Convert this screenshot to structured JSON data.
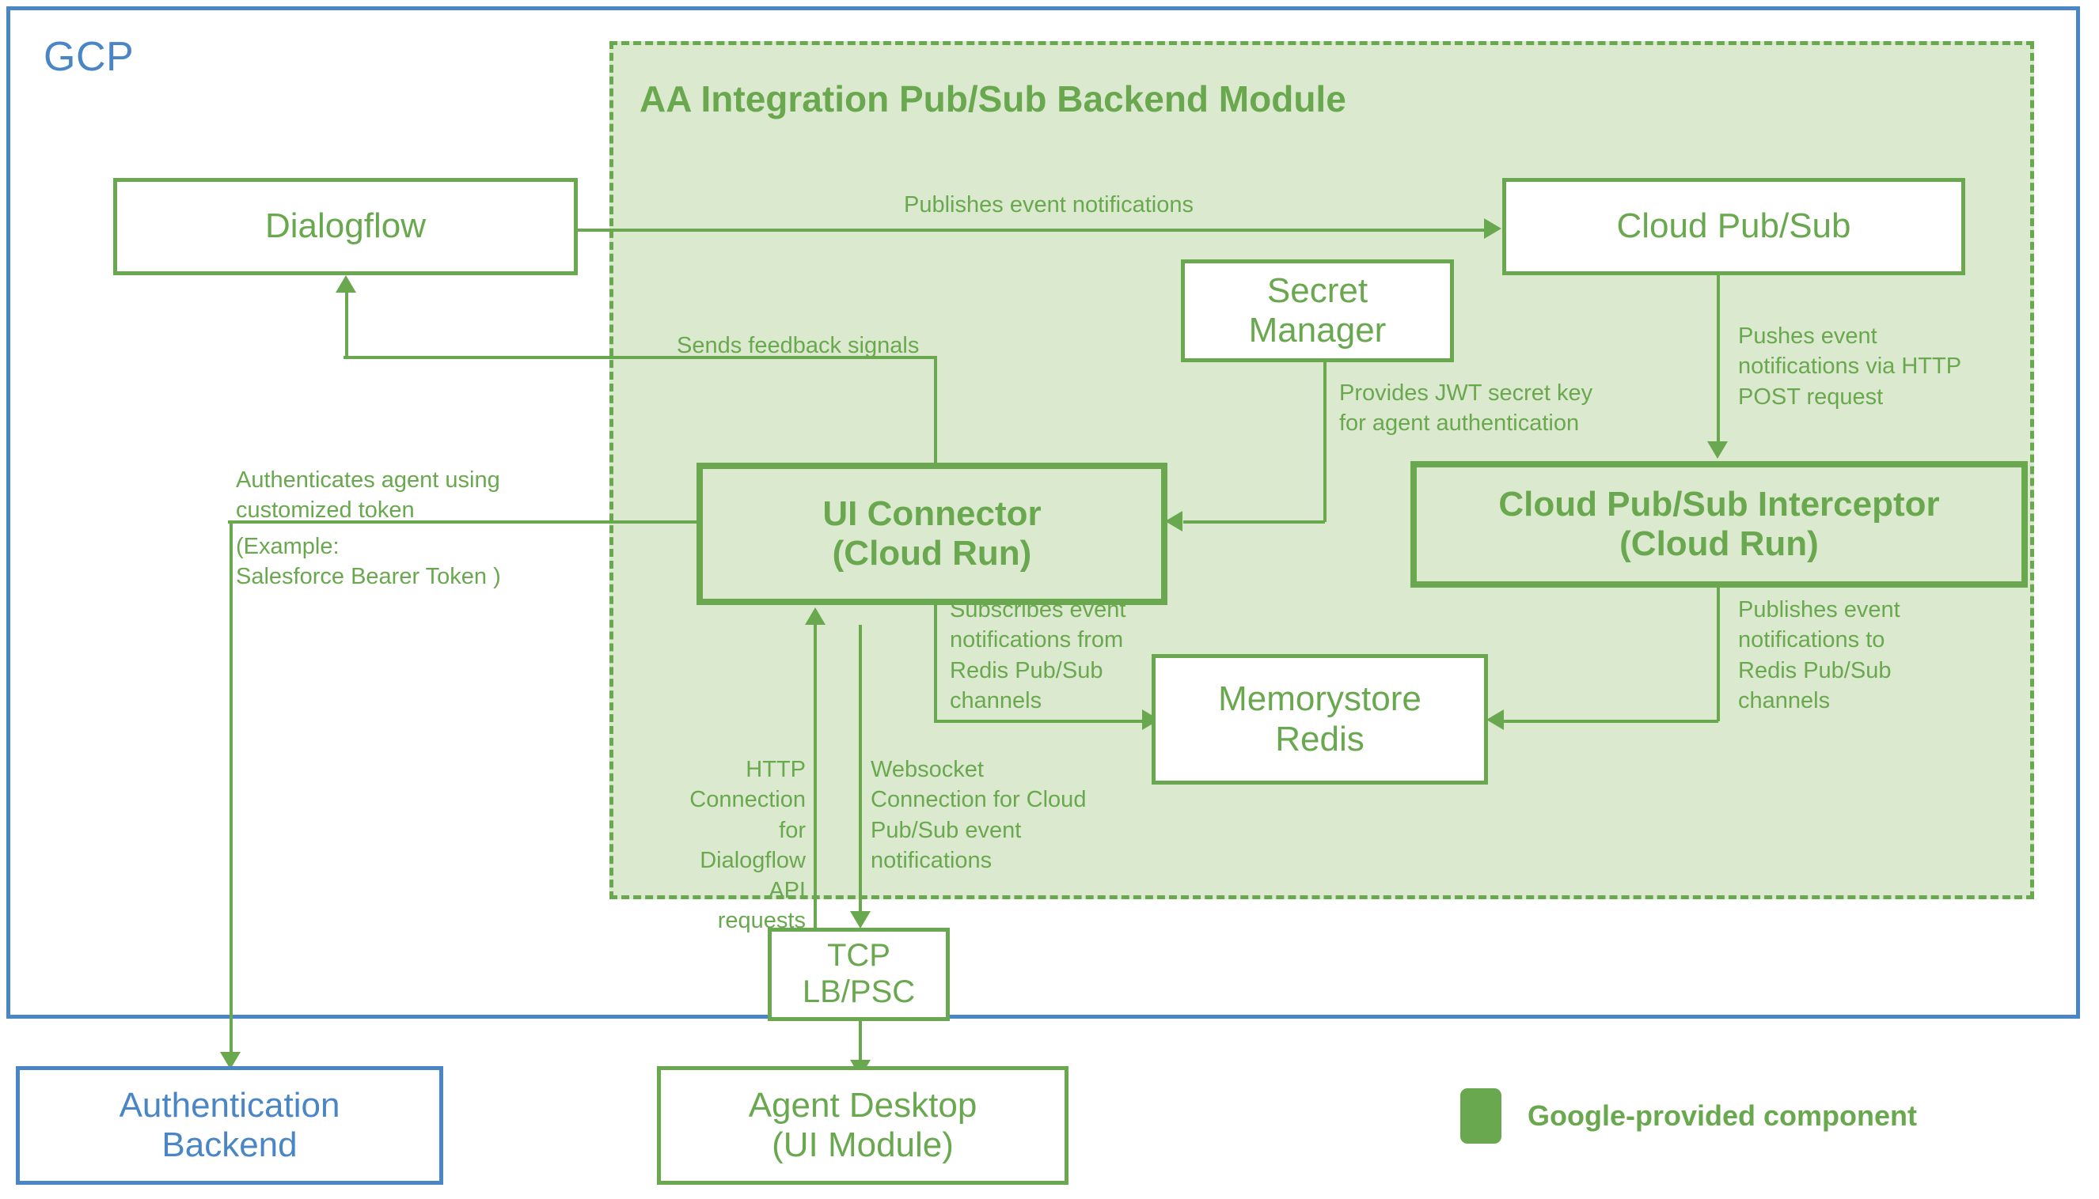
{
  "diagram": {
    "cloud_boundary_label": "GCP",
    "module_title": "AA Integration Pub/Sub Backend Module",
    "colors": {
      "green_stroke": "#6aa84f",
      "green_fill": "#dbe9cf",
      "blue_stroke": "#4a86c5",
      "white_fill": "#ffffff"
    },
    "nodes": {
      "dialogflow": "Dialogflow",
      "cloud_pubsub": "Cloud Pub/Sub",
      "secret_manager": "Secret\nManager",
      "ui_connector": "UI Connector\n(Cloud Run)",
      "interceptor": "Cloud Pub/Sub Interceptor\n(Cloud Run)",
      "memorystore_redis": "Memorystore\nRedis",
      "tcp_lb_psc": "TCP\nLB/PSC",
      "agent_desktop": "Agent Desktop\n(UI Module)",
      "auth_backend": "Authentication\nBackend"
    },
    "edge_labels": {
      "publishes_event_notifications": "Publishes event notifications",
      "sends_feedback_signals": "Sends feedback signals",
      "provides_jwt": "Provides JWT secret key\nfor agent authentication",
      "pushes_event_http_post": "Pushes event\nnotifications via HTTP\nPOST request",
      "authenticates_agent": "Authenticates agent using\ncustomized token",
      "authenticates_agent_example": "(Example:\nSalesforce Bearer Token )",
      "subscribes_event_redis": "Subscribes event\nnotifications from\nRedis Pub/Sub\nchannels",
      "publishes_event_redis": "Publishes event\nnotifications to\nRedis Pub/Sub\nchannels",
      "http_connection": "HTTP\nConnection for\nDialogflow API\nrequests",
      "websocket_connection": "Websocket\nConnection for Cloud\nPub/Sub event\nnotifications"
    },
    "legend": {
      "swatch_color": "#6aa84f",
      "label": "Google-provided component"
    }
  }
}
